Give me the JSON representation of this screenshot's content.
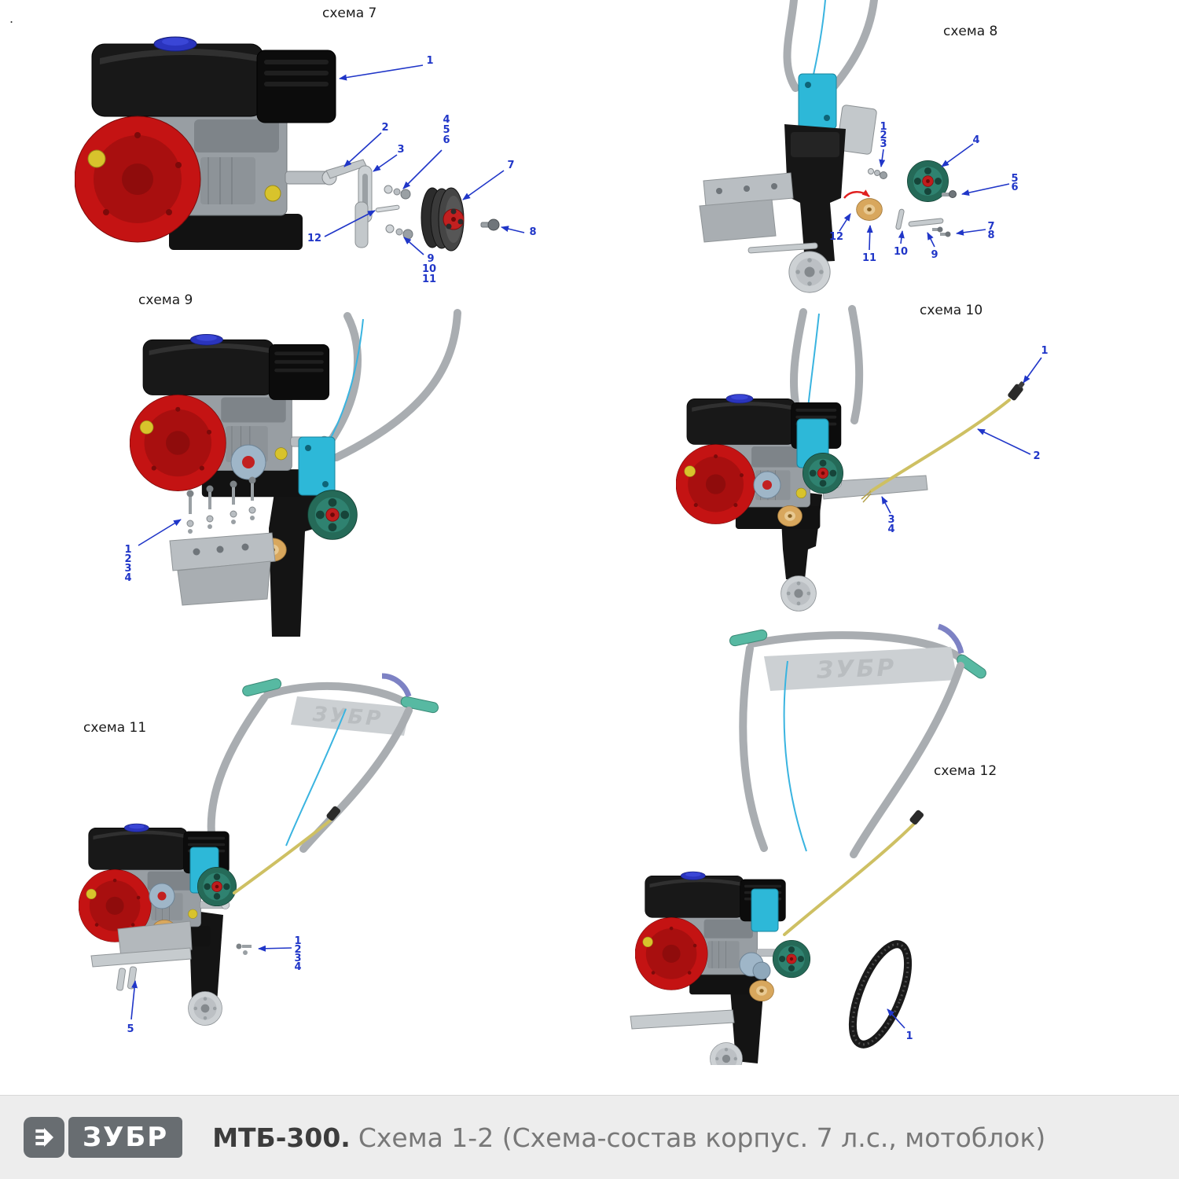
{
  "page": {
    "corner_mark": "."
  },
  "panels": [
    {
      "id": "schema-7",
      "label": "схема 7",
      "callouts": [
        "1",
        "2",
        "3",
        "4",
        "5",
        "6",
        "7",
        "8",
        "9",
        "10",
        "11",
        "12"
      ]
    },
    {
      "id": "schema-8",
      "label": "схема 8",
      "callouts": [
        "1",
        "2",
        "3",
        "4",
        "5",
        "6",
        "7",
        "8",
        "9",
        "10",
        "11",
        "12"
      ]
    },
    {
      "id": "schema-9",
      "label": "схема 9",
      "callouts": [
        "1",
        "2",
        "3",
        "4"
      ]
    },
    {
      "id": "schema-10",
      "label": "схема 10",
      "callouts": [
        "1",
        "2",
        "3",
        "4"
      ]
    },
    {
      "id": "schema-11",
      "label": "схема 11",
      "callouts": [
        "1",
        "2",
        "3",
        "4",
        "5"
      ],
      "watermark": "ЗУБР"
    },
    {
      "id": "schema-12",
      "label": "схема 12",
      "callouts": [
        "1"
      ],
      "watermark": "ЗУБР"
    }
  ],
  "footer": {
    "logo_text": "ЗУБР",
    "model": "МТБ-300.",
    "subtitle": "Схема 1-2 (Схема-состав корпус. 7 л.с., мотоблок)"
  },
  "colors": {
    "callout_blue": "#2036c8",
    "engine_red": "#c41313",
    "bracket_cyan": "#2db8d8",
    "pulley_green": "#2f8270",
    "cable_yellow": "#cec063",
    "footer_bg": "#ededed",
    "logo_bg": "#686d71"
  }
}
